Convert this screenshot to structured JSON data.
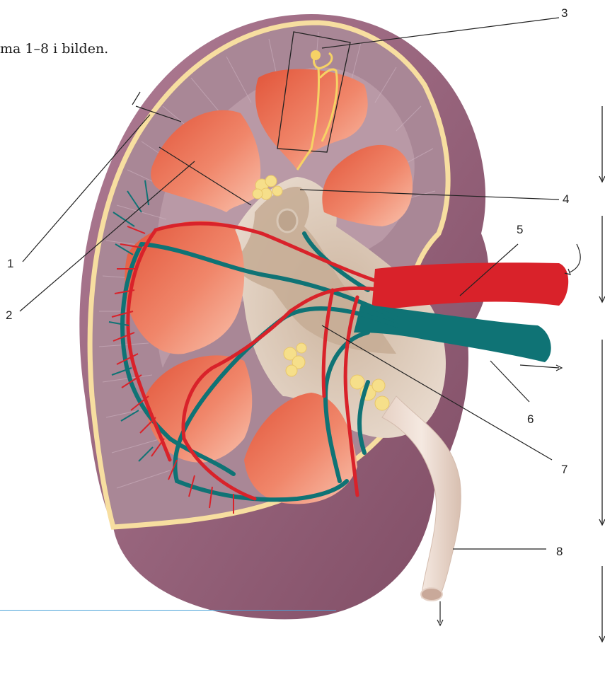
{
  "caption": "ma 1–8 i bilden.",
  "labels": [
    {
      "id": "1",
      "text": "1"
    },
    {
      "id": "2",
      "text": "2"
    },
    {
      "id": "3",
      "text": "3"
    },
    {
      "id": "4",
      "text": "4"
    },
    {
      "id": "5",
      "text": "5"
    },
    {
      "id": "6",
      "text": "6"
    },
    {
      "id": "7",
      "text": "7"
    },
    {
      "id": "8",
      "text": "8"
    }
  ],
  "colors": {
    "capsule": "#f7dea0",
    "cortex": "#b08e9e",
    "medulla": "#ef7d5d",
    "sinus": "#d9c6b4",
    "artery": "#d9222a",
    "vein": "#0f7375",
    "outer": "#8e5a73",
    "ureter": "#ecdcd2",
    "fat": "#f6df8a"
  }
}
